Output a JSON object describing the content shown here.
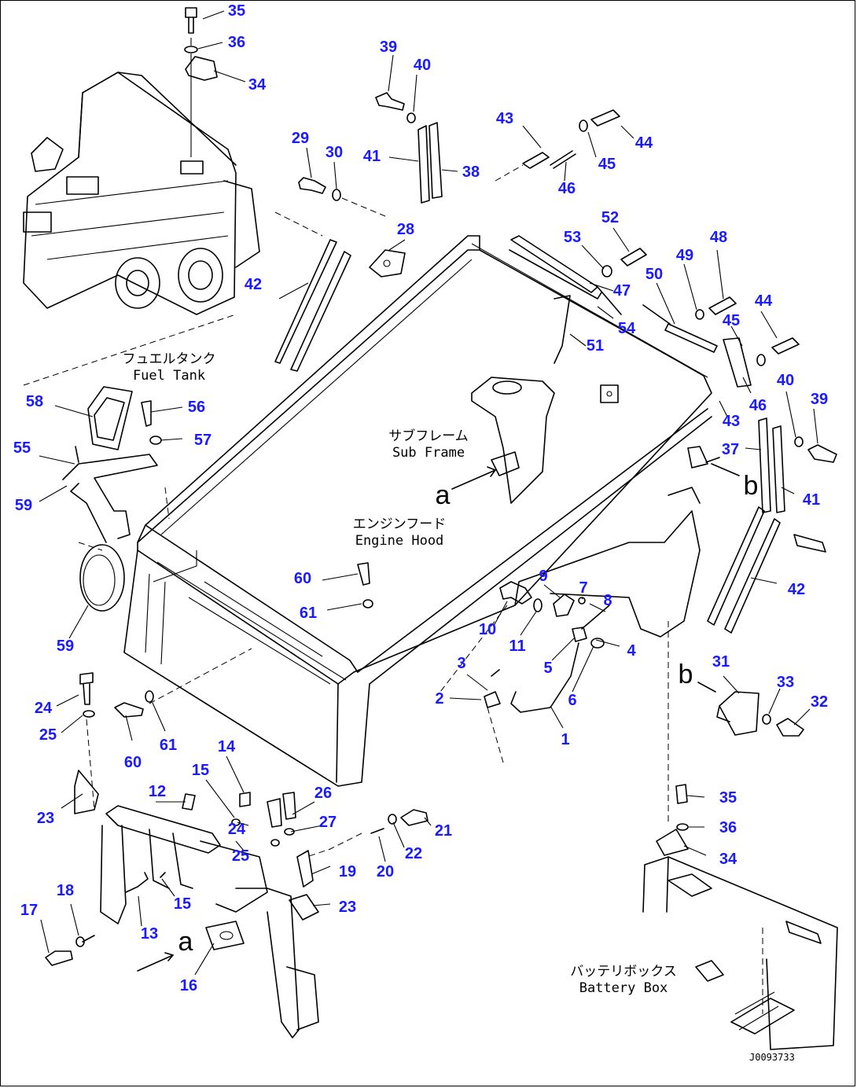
{
  "callouts": [
    "35",
    "36",
    "34",
    "39",
    "40",
    "43",
    "44",
    "45",
    "46",
    "29",
    "30",
    "41",
    "38",
    "28",
    "42",
    "52",
    "53",
    "47",
    "54",
    "51",
    "49",
    "48",
    "50",
    "44",
    "45",
    "46",
    "43",
    "40",
    "39",
    "37",
    "41",
    "58",
    "56",
    "57",
    "55",
    "59",
    "59",
    "42",
    "9",
    "7",
    "8",
    "4",
    "10",
    "11",
    "5",
    "6",
    "60",
    "61",
    "3",
    "2",
    "1",
    "31",
    "33",
    "32",
    "24",
    "25",
    "60",
    "61",
    "14",
    "15",
    "26",
    "27",
    "21",
    "12",
    "24",
    "25",
    "23",
    "22",
    "20",
    "19",
    "23",
    "15",
    "18",
    "17",
    "13",
    "16",
    "35",
    "36",
    "34"
  ],
  "captions": {
    "fuel_tank": [
      "フュエルタンク",
      "Fuel Tank"
    ],
    "sub_frame": [
      "サブフレーム",
      "Sub Frame"
    ],
    "engine_hood": [
      "エンジンフード",
      "Engine Hood"
    ],
    "battery_box": [
      "バッテリボックス",
      "Battery Box"
    ]
  },
  "view_letters": [
    "a",
    "a",
    "b",
    "b"
  ],
  "drawing_number": "J0093733",
  "colors": {
    "callout": "#1a1aff",
    "line": "#000000",
    "background": "#ffffff"
  }
}
